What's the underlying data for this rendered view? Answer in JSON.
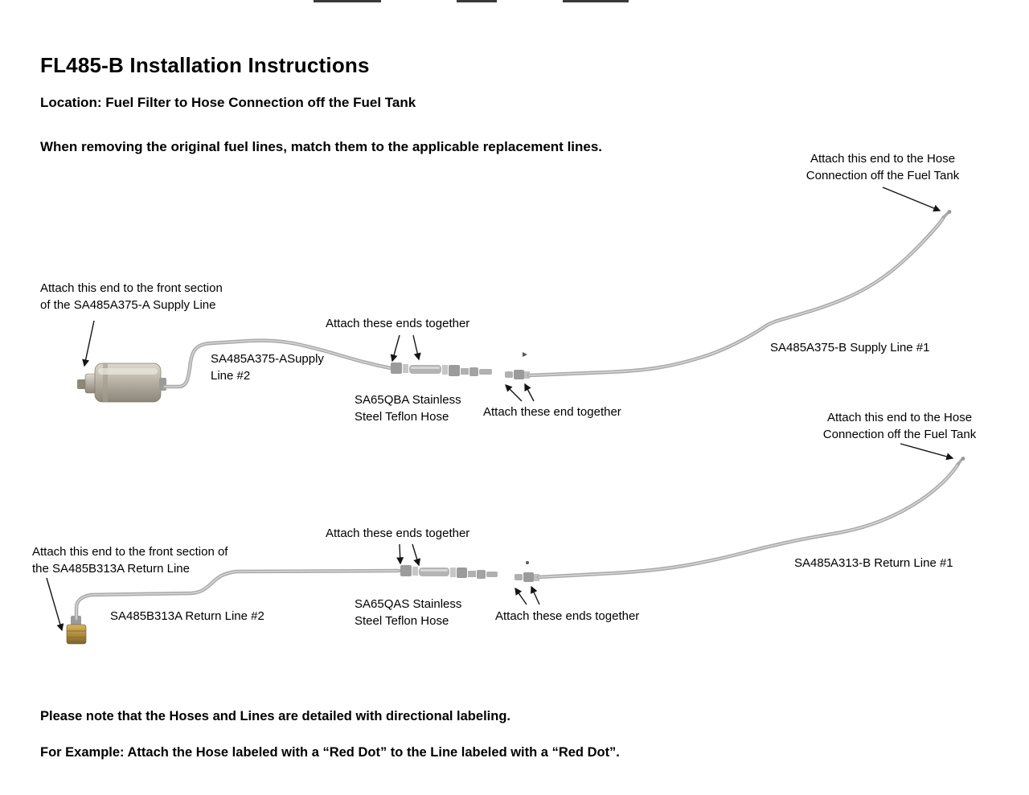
{
  "page": {
    "title": "FL485-B Installation Instructions",
    "location": "Location: Fuel Filter to Hose Connection off the Fuel Tank",
    "intro": "When removing the original fuel lines, match them to the applicable replacement lines.",
    "note_line1": "Please note that the Hoses and Lines are detailed with directional labeling.",
    "note_line2": "For Example: Attach the Hose labeled with a “Red Dot” to the Line labeled with a “Red Dot”."
  },
  "supply": {
    "tank_end_note": "Attach this end to the Hose\nConnection off the Fuel Tank",
    "filter_note": "Attach this end to the front section\nof the SA485A375-A Supply Line",
    "attach_ends_top": "Attach these ends together",
    "line2_label": "SA485A375-ASupply\nLine #2",
    "hose_label": "SA65QBA Stainless\nSteel Teflon Hose",
    "attach_ends_right": "Attach these end together",
    "line1_label": "SA485A375-B Supply Line #1"
  },
  "return_line": {
    "tank_end_note": "Attach this end to the Hose\nConnection off the Fuel Tank",
    "attach_ends_top": "Attach these ends together",
    "filter_note": "Attach this end to the front section of\nthe SA485B313A Return Line",
    "line2_label": "SA485B313A Return Line #2",
    "hose_label": "SA65QAS Stainless\nSteel Teflon Hose",
    "attach_ends_right": "Attach these ends together",
    "line1_label": "SA485A313-B Return Line #1"
  },
  "colors": {
    "tube": "#a9a9a9",
    "tube_highlight": "#d6d6d6",
    "arrow": "#141414",
    "brass": "#b08d3e"
  }
}
